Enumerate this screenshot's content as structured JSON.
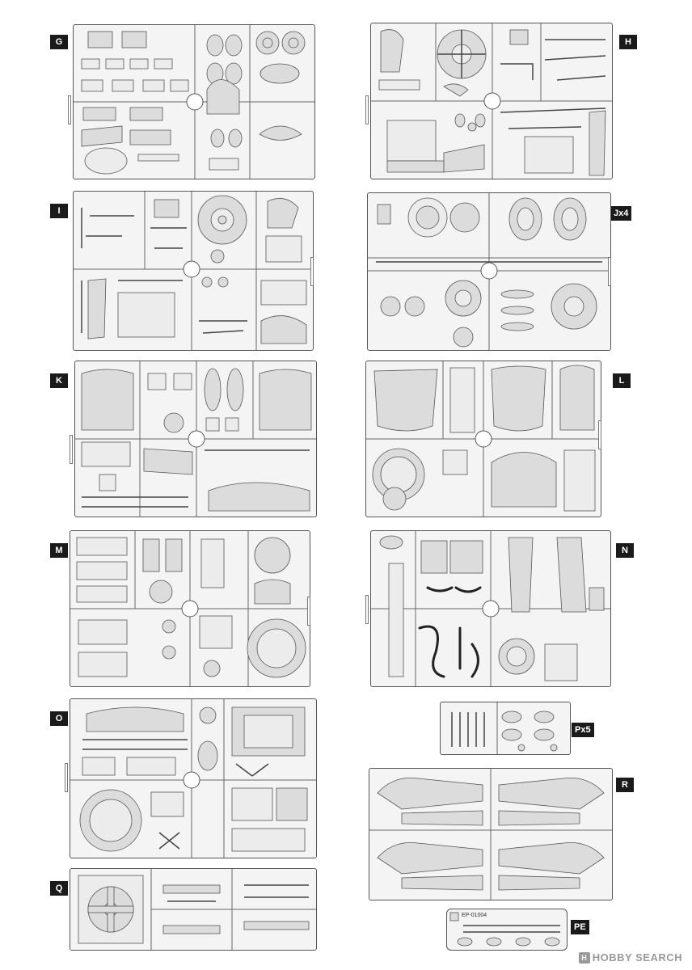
{
  "sprues": [
    {
      "id": "G",
      "label": "G"
    },
    {
      "id": "H",
      "label": "H"
    },
    {
      "id": "I",
      "label": "I"
    },
    {
      "id": "J",
      "label": "Jx4"
    },
    {
      "id": "K",
      "label": "K"
    },
    {
      "id": "L",
      "label": "L"
    },
    {
      "id": "M",
      "label": "M"
    },
    {
      "id": "N",
      "label": "N"
    },
    {
      "id": "O",
      "label": "O"
    },
    {
      "id": "P",
      "label": "Px5"
    },
    {
      "id": "Q",
      "label": "Q"
    },
    {
      "id": "R",
      "label": "R"
    },
    {
      "id": "PE",
      "label": "PE"
    }
  ],
  "pe_code": "EP-01004",
  "watermark": {
    "icon": "H",
    "text": "HOBBY SEARCH"
  },
  "colors": {
    "tag": "#1a1a1a",
    "sprue_border": "#555555",
    "sprue_bg": "#f4f4f4"
  }
}
